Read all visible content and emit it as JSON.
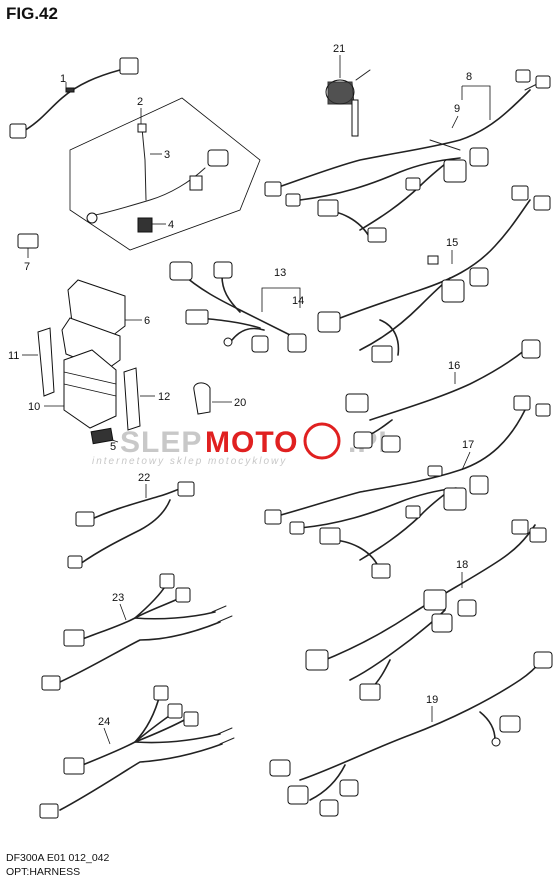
{
  "header": {
    "title": "FIG.42"
  },
  "footer": {
    "code": "DF300A E01 012_042",
    "subtitle": "OPT:HARNESS"
  },
  "watermark": {
    "text_left": "SLEP",
    "text_mid": "MOTO",
    "text_right": ".PL",
    "tagline": "internetowy sklep motocyklowy",
    "accent_color": "#e02020",
    "gray_color": "#c8c8c8"
  },
  "callouts": {
    "c1": "1",
    "c2": "2",
    "c3": "3",
    "c4": "4",
    "c5": "5",
    "c6": "6",
    "c7": "7",
    "c8": "8",
    "c9": "9",
    "c10": "10",
    "c11": "11",
    "c12": "12",
    "c13": "13",
    "c14": "14",
    "c15": "15",
    "c16": "16",
    "c17": "17",
    "c18": "18",
    "c19": "19",
    "c20": "20",
    "c21": "21",
    "c22": "22",
    "c23": "23",
    "c24": "24"
  }
}
